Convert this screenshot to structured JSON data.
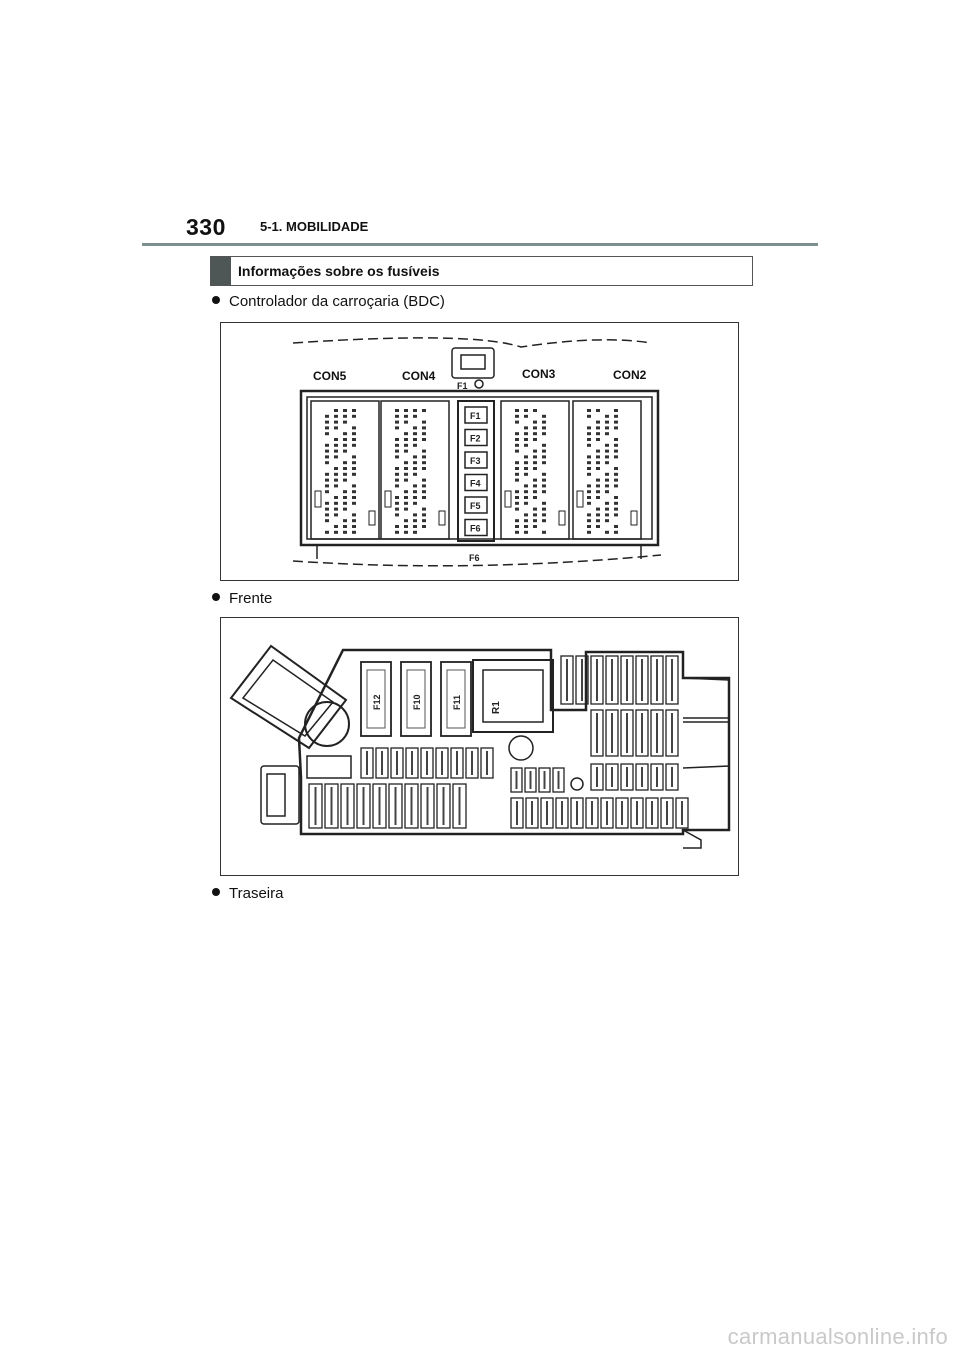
{
  "header": {
    "page_number": "330",
    "chapter": "5-1. MOBILIDADE"
  },
  "section": {
    "title": "Informações sobre os fusíveis"
  },
  "bullets": [
    "Controlador da carroçaria (BDC)",
    "Frente",
    "Traseira"
  ],
  "figure_bdc": {
    "connector_labels": [
      "CON5",
      "CON4",
      "CON3",
      "CON2"
    ],
    "fuse_labels": [
      "F1",
      "F2",
      "F3",
      "F4",
      "F5",
      "F6"
    ],
    "top_label": "F1",
    "bottom_label": "F6"
  },
  "figure_front": {
    "fuse_labels": [
      "F12",
      "F10",
      "F11",
      "R1"
    ]
  },
  "watermark": "carmanualsonline.info",
  "colors": {
    "rule": "#7d9090",
    "marker": "#4f5656",
    "watermark": "#c9c9c9"
  }
}
